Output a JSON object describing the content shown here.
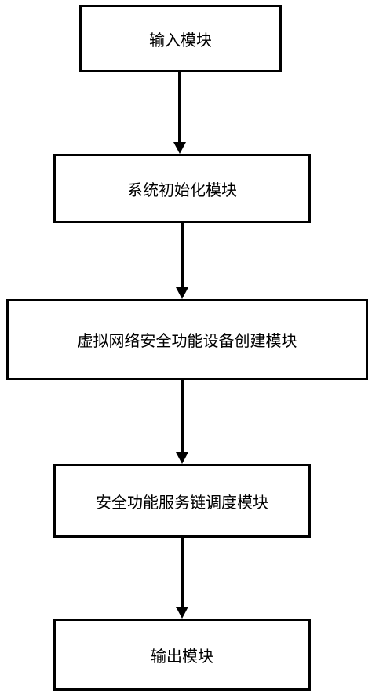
{
  "flowchart": {
    "nodes": [
      {
        "id": "input",
        "label": "输入模块"
      },
      {
        "id": "init",
        "label": "系统初始化模块"
      },
      {
        "id": "vnf_create",
        "label": "虚拟网络安全功能设备创建模块"
      },
      {
        "id": "sfc_schedule",
        "label": "安全功能服务链调度模块"
      },
      {
        "id": "output",
        "label": "输出模块"
      }
    ],
    "edges": [
      {
        "from": "input",
        "to": "init"
      },
      {
        "from": "init",
        "to": "vnf_create"
      },
      {
        "from": "vnf_create",
        "to": "sfc_schedule"
      },
      {
        "from": "sfc_schedule",
        "to": "output"
      }
    ]
  }
}
